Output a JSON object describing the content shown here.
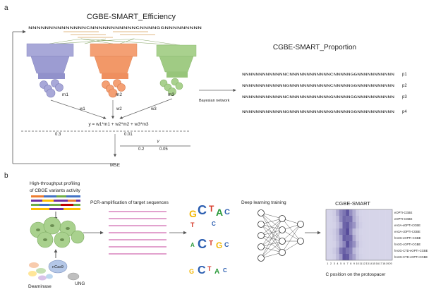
{
  "panel_a": {
    "label": "a",
    "title": "CGBE-SMART_Efficiency",
    "top_sequence": "NNNNNNNNNNNNNNCNNNNNNNNNNNCNNNNGGNNNNNNNNN",
    "models": [
      "m1",
      "m2",
      "m3"
    ],
    "weights": [
      "w1",
      "w2",
      "w3"
    ],
    "formula": "y = w1*m1 + w2*m2 + w3*m3",
    "scale_values": [
      "0.3",
      "0.01"
    ],
    "y_symbol": "Y",
    "y_values": [
      "0.2",
      "0.05"
    ],
    "loss_label": "MSE",
    "network_label": "Bayesian network",
    "proportion_title": "CGBE-SMART_Proportion",
    "proportion_rows": [
      {
        "seq": "NNNNNNNNNNNNNCNNNNNNNNNNNNCNNNNNGGNNNNNNNNNNN",
        "label": "p1"
      },
      {
        "seq": "NNNNNNNNNNNNNGNNNNNNNNNNNNCNNNNNGGNNNNNNNNNNN",
        "label": "p2"
      },
      {
        "seq": "NNNNNNNNNNNNNCNNNNNNNNNNNNGNNNNNGGNNNNNNNNNNN",
        "label": "p3"
      },
      {
        "seq": "NNNNNNNNNNNNNGNNNNNNNNNNNNGNNNNNGGNNNNNNNNNNN",
        "label": "p4"
      }
    ]
  },
  "panel_b": {
    "label": "b",
    "profiling_line1": "High-throughput profiling",
    "profiling_line2": "of CBGE variants activity",
    "ncas9_label": "nCas9",
    "deaminase_label": "Deaminase",
    "ung_label": "UNG",
    "pcr_label": "PCR-amplification of target sequences",
    "dl_label": "Deep learning training",
    "heatmap_title": "CGBE-SMART",
    "heatmap_rows": [
      "eOPTI-CGBE",
      "eOPTI-CGBE",
      "eA3A-eOPTI-CGBE",
      "eA3A-cOPTI-CGBE",
      "hA3G-eOPTI-CGBE",
      "hA3G-cOPTI-CGBE",
      "hA3G-CTD-eOPTI-CGBE",
      "hA3G-CTD-cOPTI-CGBE"
    ],
    "heatmap_x_ticks": [
      "1",
      "2",
      "3",
      "4",
      "5",
      "6",
      "7",
      "8",
      "9",
      "10",
      "11",
      "12",
      "13",
      "14",
      "15",
      "16",
      "17",
      "18",
      "19",
      "20"
    ],
    "heatmap_xlabel": "C position on the protospacer"
  },
  "colors": {
    "model1": "#a8a8d8",
    "model2": "#f4a074",
    "model3": "#a9d18e",
    "heat_low": "#e9e9f5",
    "heat_high": "#4a3f93",
    "pcr_line": "#c4449c"
  }
}
